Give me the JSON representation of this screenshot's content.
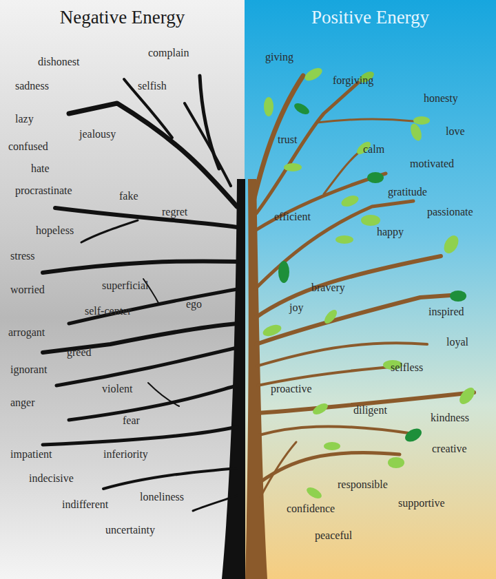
{
  "diagram": {
    "nodes": [
      {
        "text": [
          "Negative Energy"
        ]
      },
      {
        "text": [
          "Positive Energy"
        ]
      }
    ],
    "labels": [
      "complain",
      "dishonest",
      "sadness",
      "selfish",
      "lazy",
      "jealousy",
      "confused",
      "hate",
      "procrastinate",
      "fake",
      "regret",
      "hopeless",
      "stress",
      "superficial",
      "worried",
      "ego",
      "self-center",
      "arrogant",
      "greed",
      "ignorant",
      "violent",
      "anger",
      "fear",
      "impatient",
      "inferiority",
      "indecisive",
      "loneliness",
      "indifferent",
      "uncertainty",
      "giving",
      "forgiving",
      "honesty",
      "trust",
      "love",
      "calm",
      "motivated",
      "gratitude",
      "passionate",
      "efficient",
      "happy",
      "bravery",
      "joy",
      "inspired",
      "loyal",
      "selfless",
      "proactive",
      "diligent",
      "kindness",
      "creative",
      "responsible",
      "confidence",
      "supportive",
      "peaceful"
    ]
  }
}
